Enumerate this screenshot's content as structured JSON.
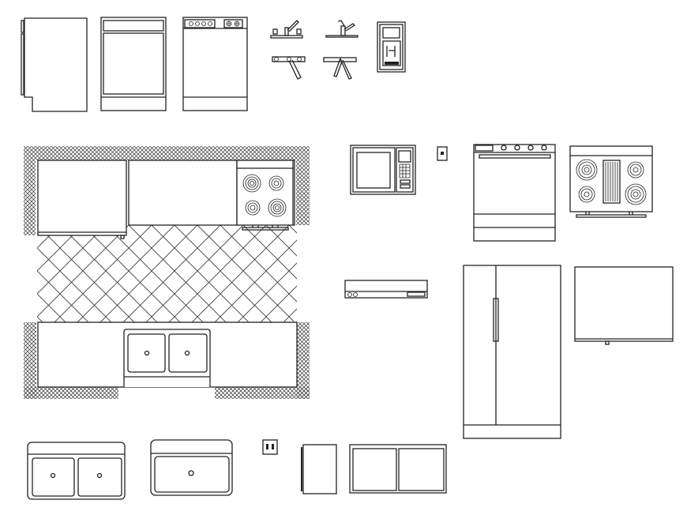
{
  "drawing": {
    "colors": {
      "line": "#222222",
      "background": "#ffffff"
    },
    "blocks": [
      "refrigerator-side",
      "dishwasher-front",
      "range-front-small",
      "faucet-elevations",
      "faucet-plans",
      "water-dispenser",
      "kitchen-floor-plan",
      "microwave",
      "wall-outlet",
      "range-front",
      "cooktop-with-griddle",
      "range-hood",
      "side-by-side-refrigerator",
      "appliance-top-view",
      "double-sink",
      "single-sink",
      "light-switch",
      "small-cabinet",
      "double-window"
    ]
  }
}
